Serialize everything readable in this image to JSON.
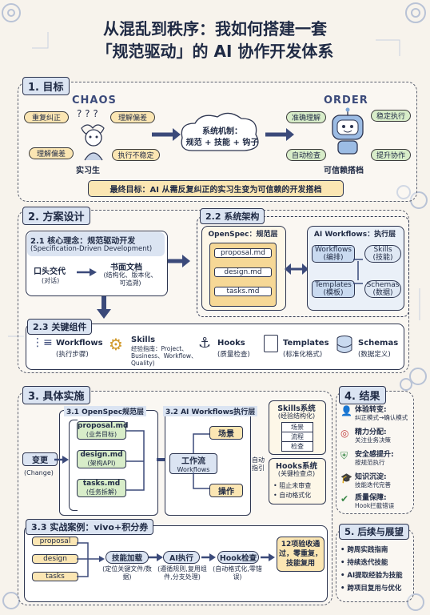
{
  "title": {
    "line1": "从混乱到秩序：我如何搭建一套",
    "line2": "「规范驱动」的 AI 协作开发体系"
  },
  "s1": {
    "head": "1. 目标",
    "chaos": "CHAOS",
    "order": "ORDER",
    "chaos_pills": [
      "重复纠正",
      "理解偏差",
      "理解偏差",
      "执行不稳定"
    ],
    "intern": "实习生",
    "mechanism_title": "系统机制：",
    "mechanism_body": "规范 + 技能 + 钩子",
    "order_pills": [
      "准确理解",
      "稳定执行",
      "自动检查",
      "提升协作"
    ],
    "partner": "可信赖搭档",
    "goal": "最终目标：AI 从需反复纠正的实习生变为可信赖的开发搭档"
  },
  "s2": {
    "head": "2. 方案设计",
    "s21_head": "2.1 核心理念：规范驱动开发",
    "s21_sub": "(Specification-Driven Development)",
    "oral": "口头交代",
    "oral_sub": "(对话)",
    "doc": "书面文档",
    "doc_sub": "(结构化、版本化、可追溯)",
    "s22_head": "2.2 系统架构",
    "openspec_title": "OpenSpec：规范层",
    "files": [
      "proposal.md",
      "design.md",
      "tasks.md"
    ],
    "aiwf_title": "AI Workflows：执行层",
    "wf_nodes": [
      "Workflows\n(编排)",
      "Skills\n(技能)",
      "Templates\n(模板)",
      "Schemas\n(数据)"
    ],
    "s23_head": "2.3 关键组件",
    "components": [
      {
        "name": "Workflows",
        "sub": "(执行步骤)",
        "icon": "workflow-icon"
      },
      {
        "name": "Skills",
        "sub": "经验指南：Project、Business、Workflow、Quality)",
        "icon": "gear-icon"
      },
      {
        "name": "Hooks",
        "sub": "(质量检查)",
        "icon": "hook-icon"
      },
      {
        "name": "Templates",
        "sub": "(标准化格式)",
        "icon": "document-icon"
      },
      {
        "name": "Schemas",
        "sub": "(数据定义)",
        "icon": "database-icon"
      }
    ]
  },
  "s3": {
    "head": "3. 具体实施",
    "s31_head": "3.1 OpenSpec规范层",
    "s31_items": [
      {
        "name": "proposal.md",
        "sub": "(业务目标)"
      },
      {
        "name": "design.md",
        "sub": "(架构API)"
      },
      {
        "name": "tasks.md",
        "sub": "(任务拆解)"
      }
    ],
    "change": "变更",
    "change_sub": "(Change)",
    "s32_head": "3.2 AI Workflows执行层",
    "scene": "场景",
    "workflow": "工作流",
    "workflow_sub": "Workflows",
    "action": "操作",
    "auto": "自动\n指引",
    "skills_title": "Skills系统",
    "skills_sub": "(经验结构化)",
    "skills_layers": [
      "场景",
      "流程",
      "检查"
    ],
    "hooks_title": "Hooks系统",
    "hooks_sub": "(关键检查点)",
    "hooks_items": [
      "• 阻止未审查",
      "• 自动格式化"
    ],
    "s33_head": "3.3 实战案例：vivo+积分券",
    "case_items": [
      "proposal",
      "design",
      "tasks"
    ],
    "skill_load": "技能加载",
    "skill_load_sub": "(定位关键文件/数据)",
    "ai_exec": "AI执行",
    "ai_exec_sub": "(遵循规则,复用组件,分支处理)",
    "hook_check": "Hook检查",
    "hook_check_sub": "(自动格式化,零错误)",
    "result": "12项验收通过，零重复，技能复用"
  },
  "s4": {
    "head": "4. 结果",
    "items": [
      {
        "title": "体验转变:",
        "sub": "纠正模式→确认模式",
        "icon": "user-icon"
      },
      {
        "title": "精力分配:",
        "sub": "关注业务决策",
        "icon": "target-icon"
      },
      {
        "title": "安全感提升:",
        "sub": "按规范执行",
        "icon": "shield-icon"
      },
      {
        "title": "知识沉淀:",
        "sub": "技能迭代完善",
        "icon": "cap-icon"
      },
      {
        "title": "质量保障:",
        "sub": "Hook拦截错误",
        "icon": "check-icon"
      }
    ]
  },
  "s5": {
    "head": "5. 后续与展望",
    "items": [
      "• 跨周实践指南",
      "• 持续迭代技能",
      "• AI提取经验为技能",
      "• 跨项目复用与优化"
    ]
  }
}
